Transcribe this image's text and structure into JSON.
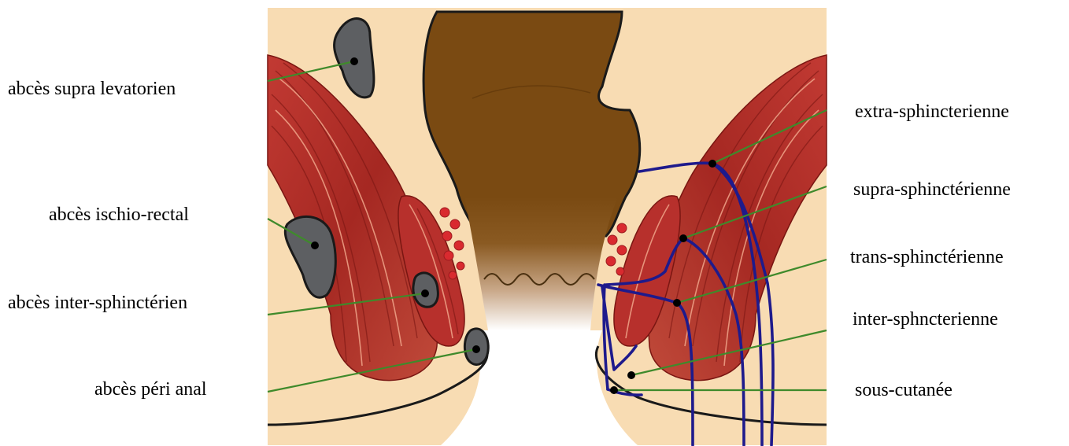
{
  "labels_left": {
    "supra_levator": "abcès supra levatorien",
    "ischio_rectal": "abcès ischio-rectal",
    "inter_sphincteric": "abcès inter-sphinctérien",
    "peri_anal": "abcès péri anal"
  },
  "labels_right": {
    "extra_sphincteric": "extra-sphincterienne",
    "supra_sphincteric": "supra-sphinctérienne",
    "trans_sphincteric": "trans-sphinctérienne",
    "inter_sphincteric": "inter-sphncterienne",
    "subcutaneous": "sous-cutanée"
  },
  "colors": {
    "skin": "#f8dcb3",
    "skin_line": "#1a1a1a",
    "rectum": "#7a4a12",
    "muscle": "#b7302c",
    "muscle_dark": "#8c1c19",
    "abscess": "#5d5f62",
    "fistula_tract": "#1e1a8c",
    "leader_line": "#3f8a2b"
  }
}
